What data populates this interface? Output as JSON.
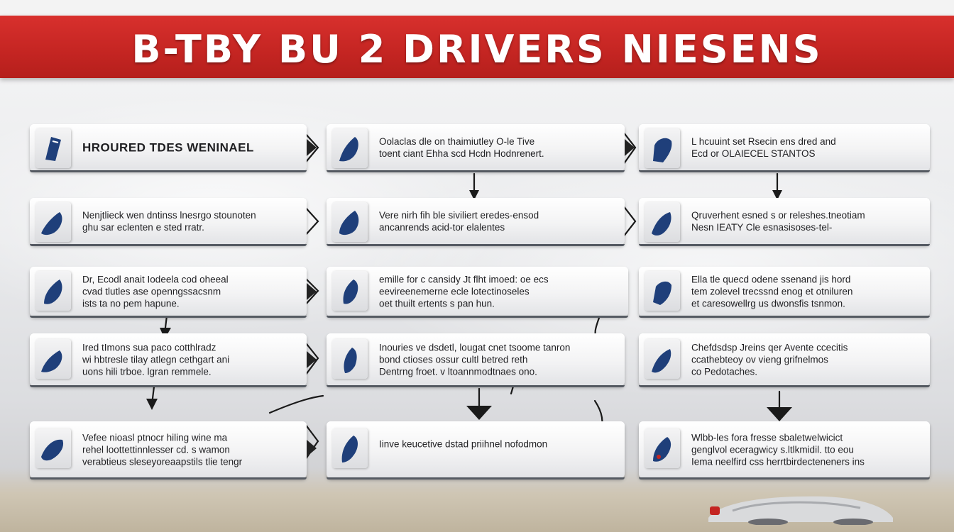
{
  "header": {
    "title": "B-TBY BU 2 DRIVERS NIESENS"
  },
  "colors": {
    "banner_red": "#c42522",
    "icon_blue": "#1f3f7a",
    "card_text": "#1f1f22"
  },
  "cards": {
    "r0c0": {
      "lines": [
        "HROURED TDES WENINAEL"
      ]
    },
    "r0c1": {
      "lines": [
        "Oolaclas dle on thaimiutley  O-le  Tive",
        "toent ciant  Ehha scd Hcdn Hodnrenert."
      ]
    },
    "r0c2": {
      "lines": [
        "L hcuuint set  Rsecin ens dred and",
        "Ecd or OLAIECEL STANTOS"
      ]
    },
    "r1c0": {
      "lines": [
        "Nenjtlieck wen dntinss lnesrgo stounoten",
        "ghu sar eclenten e sted rratr."
      ]
    },
    "r1c1": {
      "lines": [
        "Vere nirh fih ble siviliert eredes-ensod",
        "ancanrends acid-tor elalentes"
      ]
    },
    "r1c2": {
      "lines": [
        "Qruverhent esned s or releshes.tneotiam",
        "Nesn IEATY Cle esnasisoses-tel-"
      ]
    },
    "r2c0": {
      "lines": [
        "Dr, Ecodl anait Iodeela  cod oheeal",
        "cvad tlutles ase openngssacsnm",
        "ists ta no pem hapune."
      ]
    },
    "r2c1": {
      "lines": [
        "emille for c cansidy Jt flht imoed: oe ecs",
        "eevireenemerne ecle lotectinoseles",
        "oet thuilt ertents  s pan hun."
      ]
    },
    "r2c2": {
      "lines": [
        "Ella tle quecd odene ssenand jis hord",
        "tem zolevel trecssnd enog  et otniluren",
        "et  caresowellrg us dwonsfis tsnmon."
      ]
    },
    "r3c0": {
      "lines": [
        "Ired tImons sua paco cotthlradz",
        "wi hbtresle tilay atlegn cethgart ani",
        "uons hili trboe.  lgran remmele."
      ]
    },
    "r3c1": {
      "lines": [
        "Inouries ve dsdetl, lougat cnet tsoome tanron",
        "bond ctioses ossur cultl betred reth",
        "Dentrng froet. v ltoannmodtnaes ono."
      ]
    },
    "r3c2": {
      "lines": [
        "Chefdsdsp Jreins qer Avente ccecitis",
        "ccathebteoy ov vieng grifnelmos",
        "co Pedotaches."
      ]
    },
    "r4c0": {
      "lines": [
        "Vefee nioasl ptnocr hiling wine ma",
        "rehel loottettinnlesser cd.   s  wamon",
        "verabtieus sleseyoreaapstils tlie tengr"
      ]
    },
    "r4c1": {
      "lines": [
        "Iinve keucetive dstad priihnel nofodmon"
      ]
    },
    "r4c2": {
      "lines": [
        "Wlbb-les fora fresse sbaletwelwicict",
        "genglvol eceragwicy s.ltlkmidil. tto eou",
        "Iema neelfird css herrtbirdecteneners ins"
      ]
    }
  }
}
